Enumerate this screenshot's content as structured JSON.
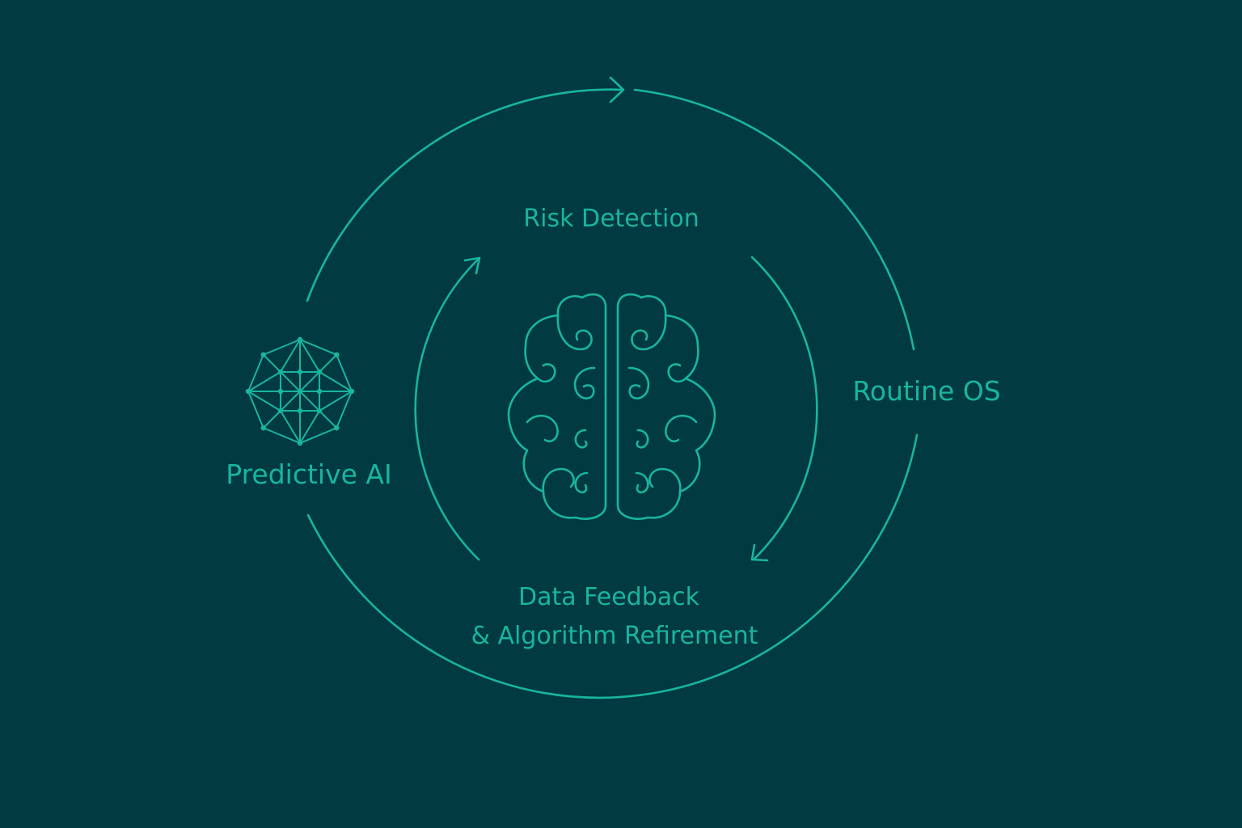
{
  "nodes": {
    "risk_detection": "Risk Detection",
    "routine_os": "Routine OS",
    "predictive_ai": "Predictive AI",
    "data_feedback_line1": "Data Feedback",
    "data_feedback_line2": "& Algorithm Refirement"
  },
  "icons": {
    "center": "brain-icon",
    "left": "polyhedron-network-icon"
  },
  "colors": {
    "background": "#023a42",
    "accent": "#19b59b"
  }
}
